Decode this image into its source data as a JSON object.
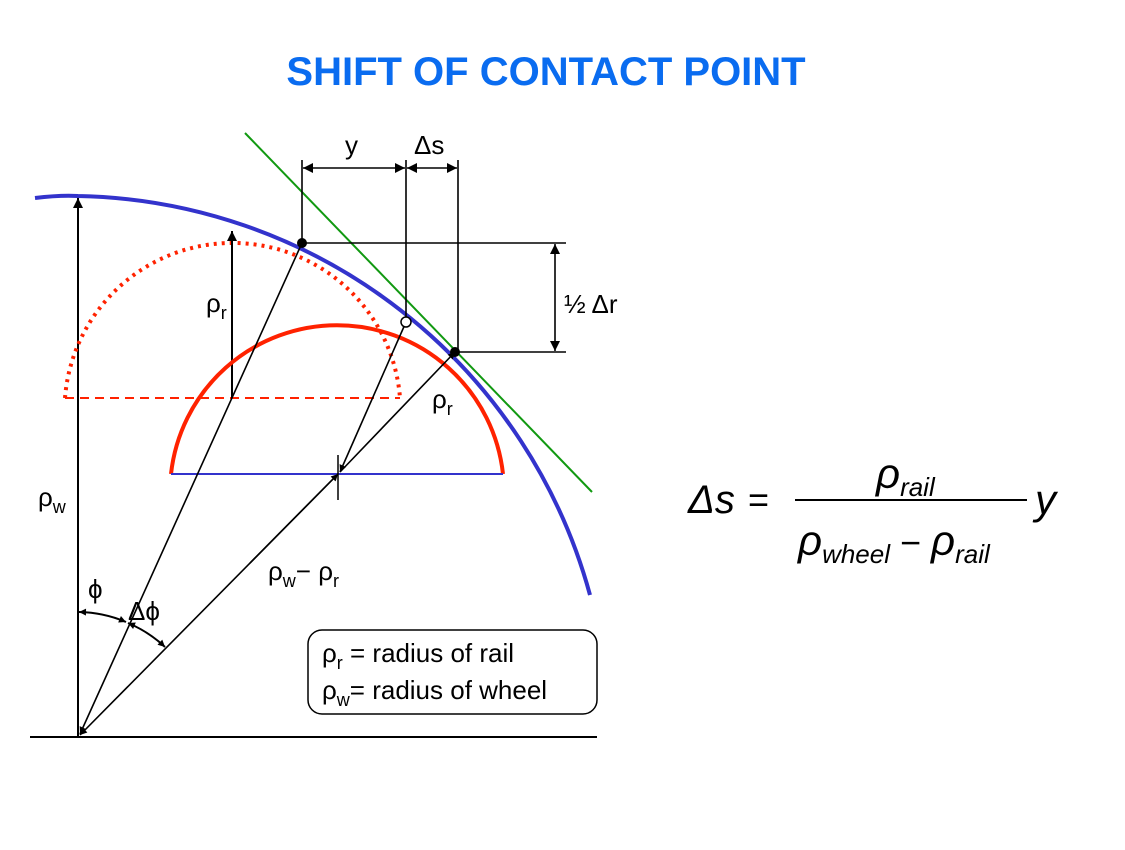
{
  "title": "SHIFT OF CONTACT POINT",
  "colors": {
    "title": "#0a6cf0",
    "wheel": "#3333cc",
    "rail": "#ff2200",
    "tangent": "#119911"
  },
  "labels": {
    "y": "y",
    "delta_s": "Δs",
    "half_delta_r": "½ Δr",
    "rho": "ρ",
    "sub_r": "r",
    "sub_w": "w",
    "rho_w_minus_rho_r_minus": "− ρ",
    "phi": "ϕ",
    "delta_phi": "Δϕ"
  },
  "legend": {
    "rail_text": " = radius of rail",
    "wheel_text": "= radius of wheel"
  },
  "formula": {
    "lhs": "Δs",
    "equals": "=",
    "num_rho": "ρ",
    "num_sub": "rail",
    "den_rho1": "ρ",
    "den_sub1": "wheel",
    "den_minus": "−",
    "den_rho2": "ρ",
    "den_sub2": "rail",
    "rhs_var": "y"
  }
}
